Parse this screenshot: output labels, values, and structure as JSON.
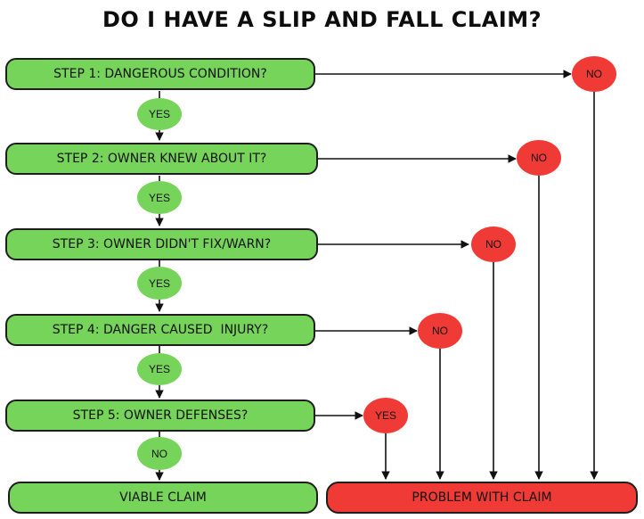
{
  "title": "DO I HAVE A SLIP AND FALL CLAIM?",
  "steps": [
    "STEP 1: DANGEROUS CONDITION?",
    "STEP 2: OWNER KNEW ABOUT IT?",
    "STEP 3: OWNER DIDN'T FIX/WARN?",
    "STEP 4: DANGER CAUSED  INJURY?",
    "STEP 5: OWNER DEFENSES?"
  ],
  "between_labels": [
    "YES",
    "YES",
    "YES",
    "YES",
    "NO"
  ],
  "side_labels": [
    "NO",
    "NO",
    "NO",
    "NO",
    "YES"
  ],
  "outcomes": {
    "viable": "VIABLE CLAIM",
    "problem": "PROBLEM WITH CLAIM"
  },
  "colors": {
    "green": "#76d45a",
    "red": "#f03a36",
    "outline": "#1e1e1e"
  }
}
